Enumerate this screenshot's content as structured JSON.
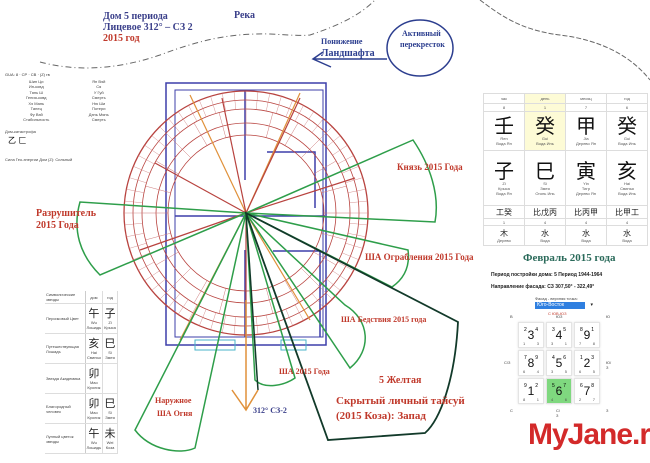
{
  "labels": {
    "house_period": "Дом 5 периода",
    "facing": "Лицевое 312° – СЗ 2",
    "year": "2015 год",
    "river": "Река",
    "landscape_drop_1": "Понижение",
    "landscape_drop_2": "Ландшафта",
    "crossroad_1": "Активный",
    "crossroad_2": "перекресток",
    "prince": "Князь 2015 Года",
    "destroyer_1": "Разрушитель",
    "destroyer_2": "2015 Года",
    "robbery_sha": "ША Ограбления  2015 Года",
    "calamity_sha": "ША Бедствия 2015 года",
    "year_sha": "ША 2015 Года",
    "fire_sha_1": "Наружное",
    "fire_sha_2": "ША Огня",
    "facing_arrow": "312° СЗ-2",
    "yellow5": "5 Желтая",
    "taisui_1": "Скрытый личный тайсуй",
    "taisui_2": "(2015 Коза): Запад"
  },
  "left_top": {
    "header": "GUA: 8  ·  СР  ·  СВ  ·  (Z) гв",
    "pillars": [
      [
        "Шин Ци",
        "Ин-ковд"
      ],
      [
        "Ян Вэй",
        "Ся"
      ],
      [
        "Тянь Ш",
        "Гения-ковд"
      ],
      [
        "У Гуй",
        "Смерть"
      ],
      [
        "Хэ Мань",
        "Танец"
      ],
      [
        "Ню Ши",
        "Потери"
      ],
      [
        "Фу Вэй",
        "Стабильность"
      ],
      [
        "Дэнь Мянь",
        "Смерть"
      ]
    ],
    "pillar_label": "Дом-катастрофа",
    "pillar_chars": "乙 匚",
    "note": "Сила Гео-энергии Дом (Z): Сильный"
  },
  "left_bottom": {
    "header": "Символические звезды",
    "cols": [
      "дом",
      "год"
    ],
    "rows": [
      {
        "label": "Персиковый Цвет",
        "cells": [
          [
            "午",
            "Wu",
            "Лошадь"
          ],
          [
            "子",
            "Zi",
            "Крыса"
          ]
        ]
      },
      {
        "label": "Путешествующая Лошадь",
        "cells": [
          [
            "亥",
            "Hai",
            "Свинья"
          ],
          [
            "巳",
            "Si",
            "Змея"
          ]
        ]
      },
      {
        "label": "Звезда Академика",
        "cells": [
          [
            "卯",
            "Mao",
            "Кролик"
          ],
          [
            "",
            "",
            " "
          ]
        ]
      },
      {
        "label": "Благородный человек",
        "cells": [
          [
            "卯",
            "Mao",
            "Кролик"
          ],
          [
            "巳",
            "Si",
            "Змея"
          ]
        ]
      },
      {
        "label": "Лунный цветок звезды",
        "cells": [
          [
            "午",
            "Wu",
            "Лошадь"
          ],
          [
            "未",
            "Wei",
            "Коза"
          ]
        ]
      }
    ]
  },
  "bazi": {
    "headers": [
      "час",
      "день",
      "месяц",
      "год"
    ],
    "nums": [
      "8",
      "1",
      "7",
      "6"
    ],
    "stems": [
      [
        "壬",
        "Ren",
        "Вода Ян"
      ],
      [
        "癸",
        "Gui",
        "Вода Инь"
      ],
      [
        "甲",
        "Jia",
        "Дерево Ян"
      ],
      [
        "癸",
        "Gui",
        "Вода Инь"
      ]
    ],
    "branches": [
      [
        "子",
        "Zi",
        "Крыса",
        "Вода Ян"
      ],
      [
        "巳",
        "Si",
        "Змея",
        "Огонь Инь"
      ],
      [
        "寅",
        "Yin",
        "Тигр",
        "Дерево Ян"
      ],
      [
        "亥",
        "Hai",
        "Свинья",
        "Вода Инь"
      ]
    ],
    "hidden": [
      "工癸",
      "比戊丙",
      "比丙甲",
      "比甲工"
    ],
    "nums2": [
      "1",
      "4",
      "4",
      "4"
    ],
    "elements": [
      [
        "木",
        "Дерево"
      ],
      [
        "水",
        "Вода"
      ],
      [
        "水",
        "Вода"
      ],
      [
        "水",
        "Вода"
      ]
    ]
  },
  "flying_stars": {
    "title": "Февраль 2015 года",
    "period_line": "Период постройки дома: 5 Период 1944-1964",
    "facing_line": "Направление фасада: СЗ 307,50° - 322,49°",
    "select_label": "Фасад - верхняя точка:",
    "select_value": "Юго-Восток",
    "under_select": "С ЮВ-ЮЗ",
    "dirs": {
      "nw": "В",
      "n": "ЮЗ",
      "ne": "Ю",
      "w": "С/З",
      "e": "Ю/З",
      "sw": "С",
      "s": "С/З",
      "se": "З"
    },
    "cells": [
      {
        "main": "3",
        "m": "2",
        "w": "4",
        "bl": "1",
        "br": "3"
      },
      {
        "main": "4",
        "m": "3",
        "w": "5",
        "bl": "3",
        "br": "1"
      },
      {
        "main": "9",
        "m": "8",
        "w": "1",
        "bl": "7",
        "br": "8"
      },
      {
        "main": "8",
        "m": "7",
        "w": "9",
        "bl": "6",
        "br": "4"
      },
      {
        "main": "5",
        "m": "4",
        "w": "6",
        "bl": "3",
        "br": "5"
      },
      {
        "main": "2",
        "m": "1",
        "w": "3",
        "bl": "6",
        "br": "5"
      },
      {
        "main": "1",
        "m": "9",
        "w": "2",
        "bl": "8",
        "br": "1"
      },
      {
        "main": "6",
        "m": "5",
        "w": "7",
        "bl": "4",
        "br": "6",
        "highlight": true
      },
      {
        "main": "7",
        "m": "6",
        "w": "8",
        "bl": "2",
        "br": "7"
      }
    ]
  },
  "watermark": "MyJane.ru",
  "colors": {
    "red": "#c0392b",
    "green": "#2e9e4a",
    "navy": "#2c3e8f",
    "orange": "#e0913a",
    "dark": "#123a2a"
  }
}
